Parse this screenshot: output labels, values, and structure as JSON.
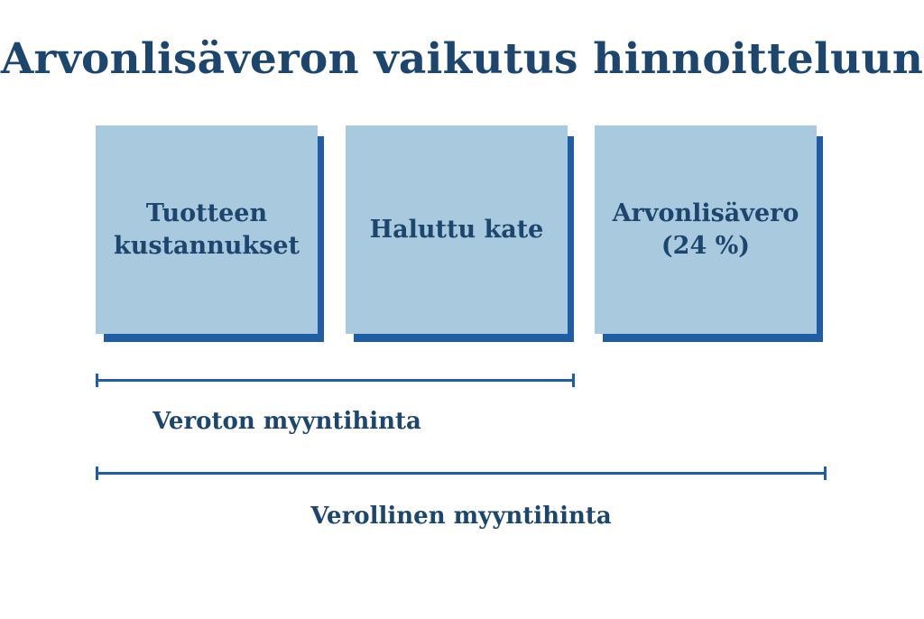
{
  "title": "Arvonlisäveron vaikutus hinnoitteluun",
  "boxes": [
    {
      "label": "Tuotteen\nkustannukset"
    },
    {
      "label": "Haluttu kate"
    },
    {
      "label": "Arvonlisävero\n(24 %)"
    }
  ],
  "brackets": {
    "net_price_label": "Veroton myyntihinta",
    "gross_price_label": "Verollinen myyntihinta"
  },
  "colors": {
    "text": "#1d466e",
    "box_fill": "#a9cade",
    "box_shadow": "#1f5ea6",
    "bracket": "#1f5ea6",
    "background": "#ffffff"
  }
}
